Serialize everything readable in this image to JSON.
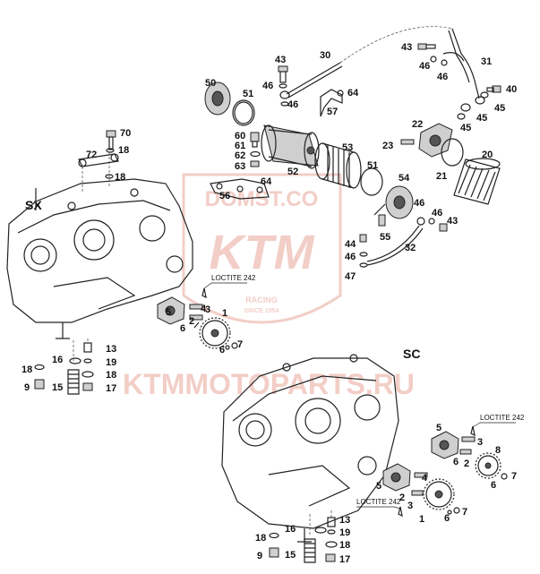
{
  "watermark": {
    "site": "DOMST.CO",
    "brand": "KTM",
    "badge_line1": "RACING",
    "badge_line2": "SINCE 1954",
    "bottom_text": "KTMMOTOPARTS.RU",
    "color": "#e9a79a"
  },
  "sections": {
    "sx": "SX",
    "sc": "SC"
  },
  "notes": {
    "loctite_top": "LOCTITE 242",
    "loctite_sc_upper": "LOCTITE 242",
    "loctite_sc_lower": "LOCTITE 242"
  },
  "callouts": [
    "70",
    "18",
    "72",
    "18",
    "50",
    "51",
    "60",
    "61",
    "62",
    "63",
    "52",
    "53",
    "56",
    "64",
    "43",
    "46",
    "46",
    "30",
    "57",
    "64",
    "43",
    "46",
    "46",
    "31",
    "45",
    "45",
    "40",
    "45",
    "22",
    "23",
    "21",
    "20",
    "51",
    "54",
    "55",
    "46",
    "46",
    "43",
    "44",
    "46",
    "47",
    "32",
    "4",
    "3",
    "2",
    "6",
    "5",
    "1",
    "6",
    "7",
    "13",
    "19",
    "18",
    "17",
    "16",
    "15",
    "18",
    "9",
    "5",
    "3",
    "6",
    "2",
    "8",
    "6",
    "7",
    "5",
    "4",
    "3",
    "2",
    "1",
    "6",
    "7",
    "13",
    "19",
    "18",
    "17",
    "16",
    "15",
    "18",
    "9"
  ]
}
